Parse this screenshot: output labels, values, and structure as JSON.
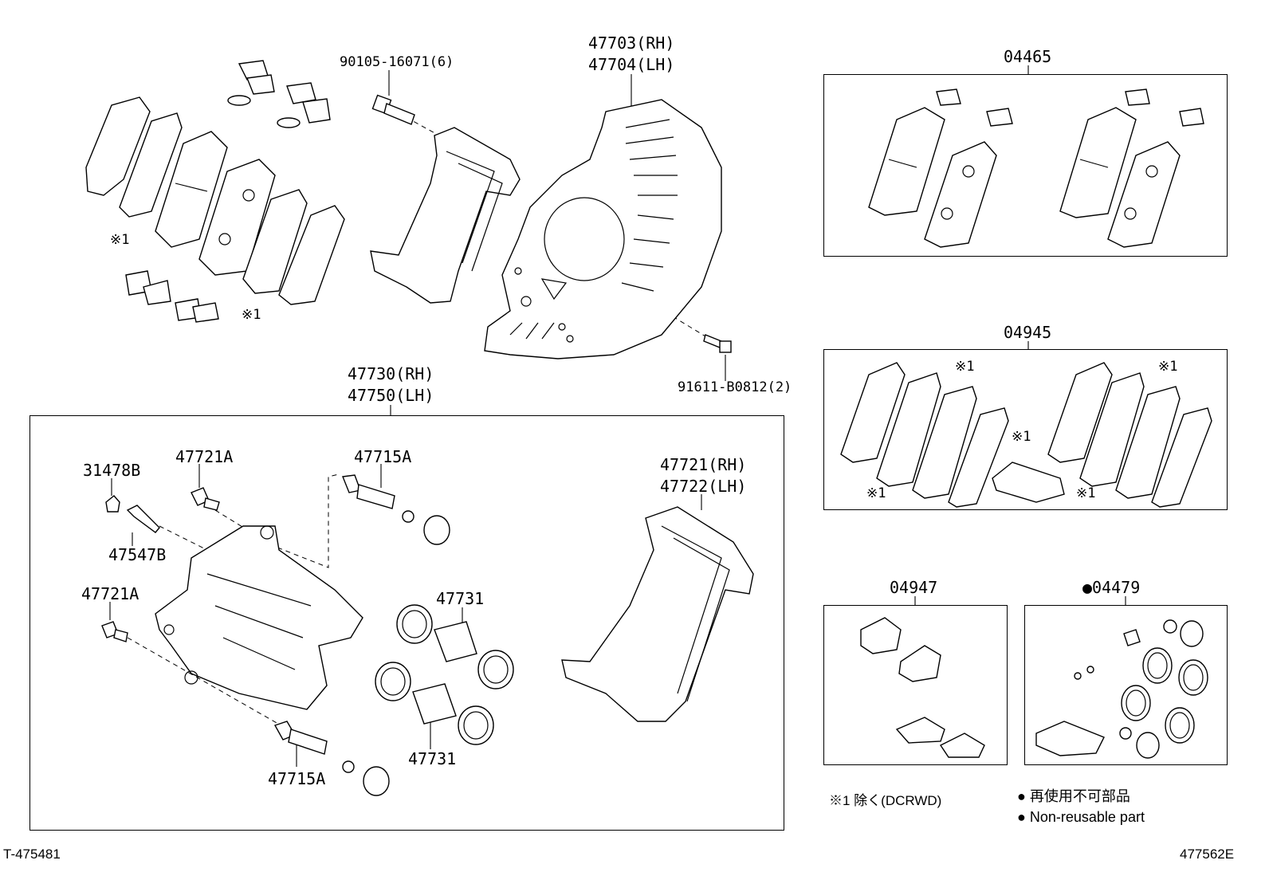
{
  "labels": {
    "bolt_upper": "90105-16071(6)",
    "shield_rh": "47703(RH)",
    "shield_lh": "47704(LH)",
    "kit_04465": "04465",
    "bolt_lower": "91611-B0812(2)",
    "caliper_rh": "47730(RH)",
    "caliper_lh": "47750(LH)",
    "kit_04945": "04945",
    "mark_pad_a": "※1",
    "mark_pad_b": "※1",
    "p_31478B": "31478B",
    "p_47721A_top": "47721A",
    "p_47715A_top": "47715A",
    "mount_rh": "47721(RH)",
    "mount_lh": "47722(LH)",
    "p_47547B": "47547B",
    "p_47721A_mid": "47721A",
    "p_47731_top": "47731",
    "p_47731_bot": "47731",
    "p_47715A_bot": "47715A",
    "kit_04947": "04947",
    "kit_04479": "●04479",
    "mark_04945_1": "※1",
    "mark_04945_2": "※1",
    "mark_04945_3": "※1",
    "mark_04945_4": "※1",
    "mark_04945_5": "※1"
  },
  "footnotes": {
    "exclusion_note": "※1 除く(DCRWD)",
    "nonreusable_jp": "● 再使用不可部品",
    "nonreusable_en": "● Non-reusable part",
    "ref_left": "T-475481",
    "ref_right": "477562E"
  }
}
